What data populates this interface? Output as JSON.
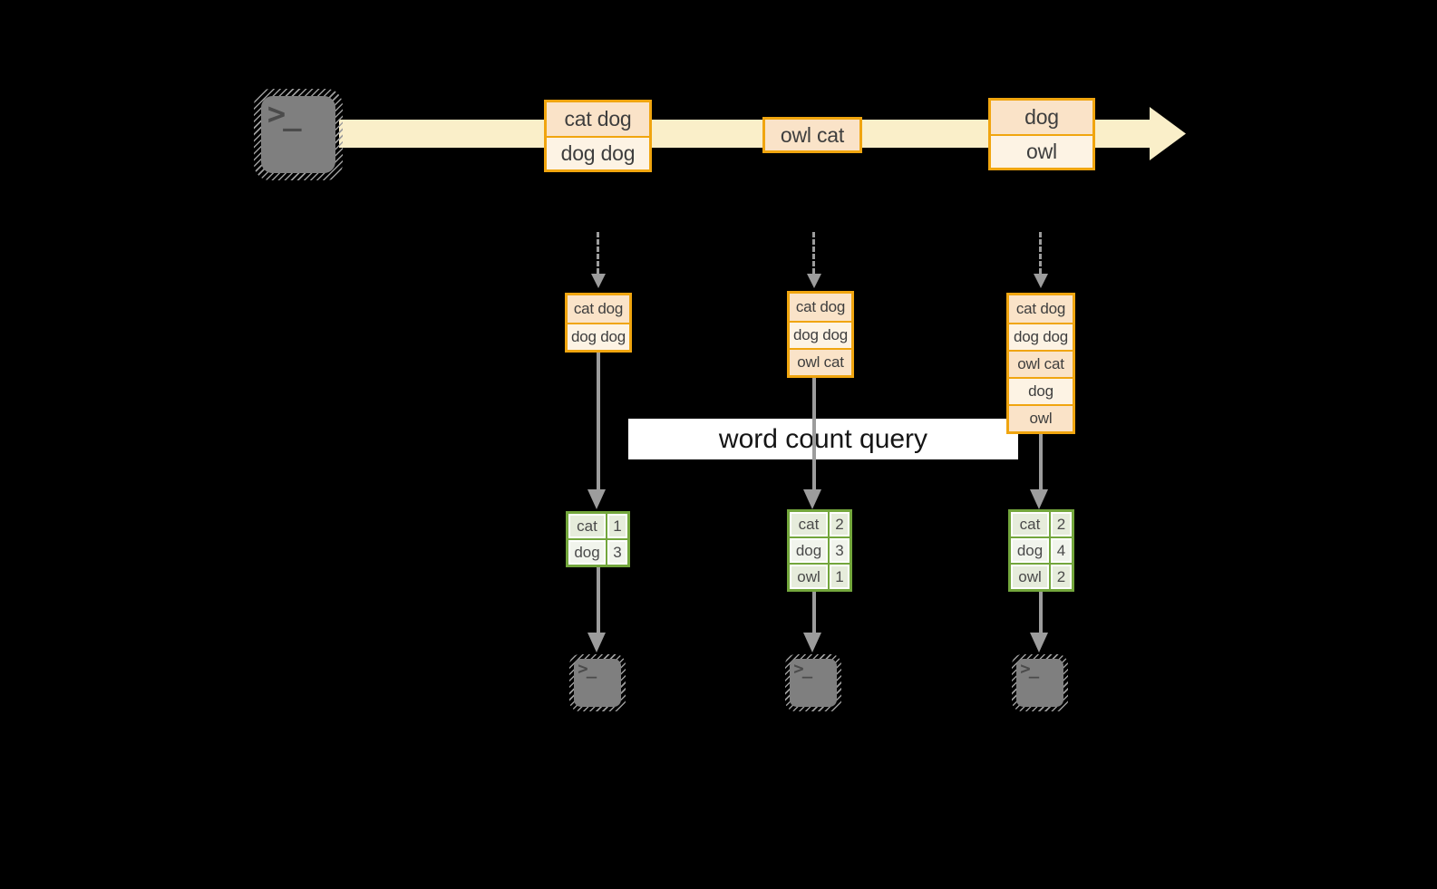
{
  "query": {
    "label": "word count query"
  },
  "stream": {
    "source_icon": "terminal",
    "batches": [
      {
        "lines": [
          "cat dog",
          "dog dog"
        ]
      },
      {
        "lines": [
          "owl cat"
        ]
      },
      {
        "lines": [
          "dog",
          "owl"
        ]
      }
    ]
  },
  "states": [
    {
      "lines": [
        "cat dog",
        "dog dog"
      ]
    },
    {
      "lines": [
        "cat dog",
        "dog dog",
        "owl cat"
      ]
    },
    {
      "lines": [
        "cat dog",
        "dog dog",
        "owl cat",
        "dog",
        "owl"
      ]
    }
  ],
  "results": [
    {
      "rows": [
        [
          "cat",
          "1"
        ],
        [
          "dog",
          "3"
        ]
      ]
    },
    {
      "rows": [
        [
          "cat",
          "2"
        ],
        [
          "dog",
          "3"
        ],
        [
          "owl",
          "1"
        ]
      ]
    },
    {
      "rows": [
        [
          "cat",
          "2"
        ],
        [
          "dog",
          "4"
        ],
        [
          "owl",
          "2"
        ]
      ]
    }
  ],
  "colors": {
    "background": "#000000",
    "stream-band": "#FAEFC9",
    "gold": "#F0A50F",
    "row-dark": "#FAE3C8",
    "row-light": "#FDF3E4",
    "ink": "#3E3E3E",
    "arrow-gray": "#9C9C9C",
    "green": "#73A63C",
    "cell-dark": "#E6ECDB",
    "cell-light": "#F1F4EC",
    "terminal-gray": "#7F7F7F",
    "query-ink": "#151515"
  }
}
